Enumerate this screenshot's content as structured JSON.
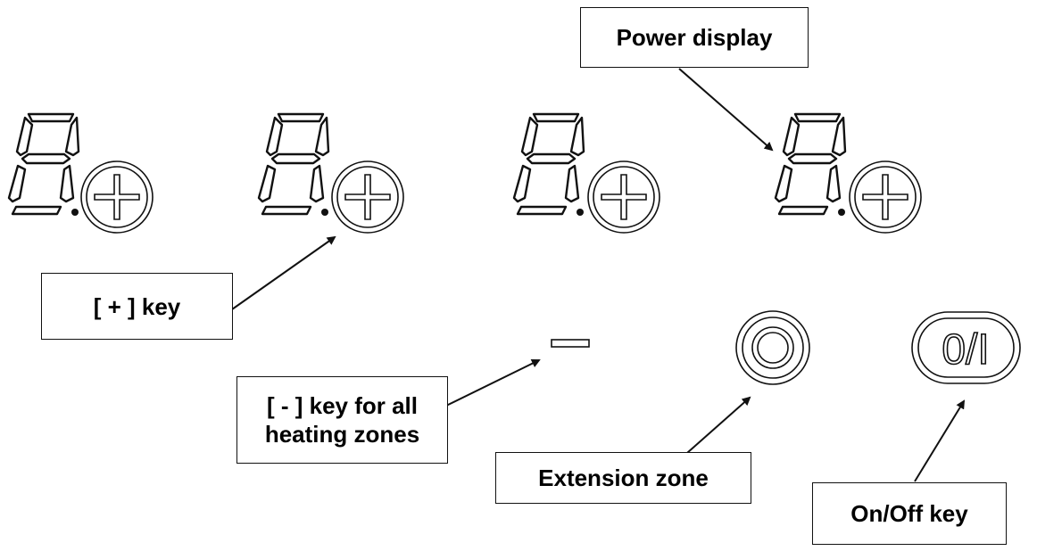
{
  "callouts": {
    "power_display": "Power display",
    "plus_key": "[ + ] key",
    "minus_key_line1": "[ - ] key for all",
    "minus_key_line2": "heating zones",
    "extension_zone": "Extension zone",
    "on_off_key": "On/Off key"
  },
  "keys": {
    "on_off_label": "0/I"
  },
  "icons": {
    "digit_display": "seven-segment-digit-icon",
    "plus_key": "plus-key-icon",
    "minus_key": "minus-key-icon",
    "extension_zone": "double-circle-icon",
    "on_off_key": "on-off-key-icon"
  }
}
